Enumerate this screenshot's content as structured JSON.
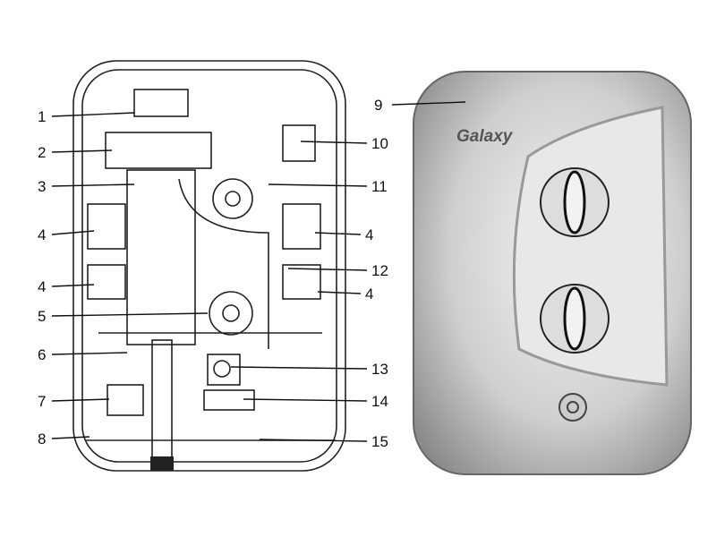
{
  "title": "Electric shower components diagram",
  "brand": "Galaxy",
  "callouts": [
    {
      "number": "1"
    },
    {
      "number": "2"
    },
    {
      "number": "3"
    },
    {
      "number": "4"
    },
    {
      "number": "4"
    },
    {
      "number": "5"
    },
    {
      "number": "6"
    },
    {
      "number": "7"
    },
    {
      "number": "8"
    },
    {
      "number": "9"
    },
    {
      "number": "10"
    },
    {
      "number": "11"
    },
    {
      "number": "4"
    },
    {
      "number": "12"
    },
    {
      "number": "4"
    },
    {
      "number": "13"
    },
    {
      "number": "14"
    },
    {
      "number": "15"
    }
  ]
}
